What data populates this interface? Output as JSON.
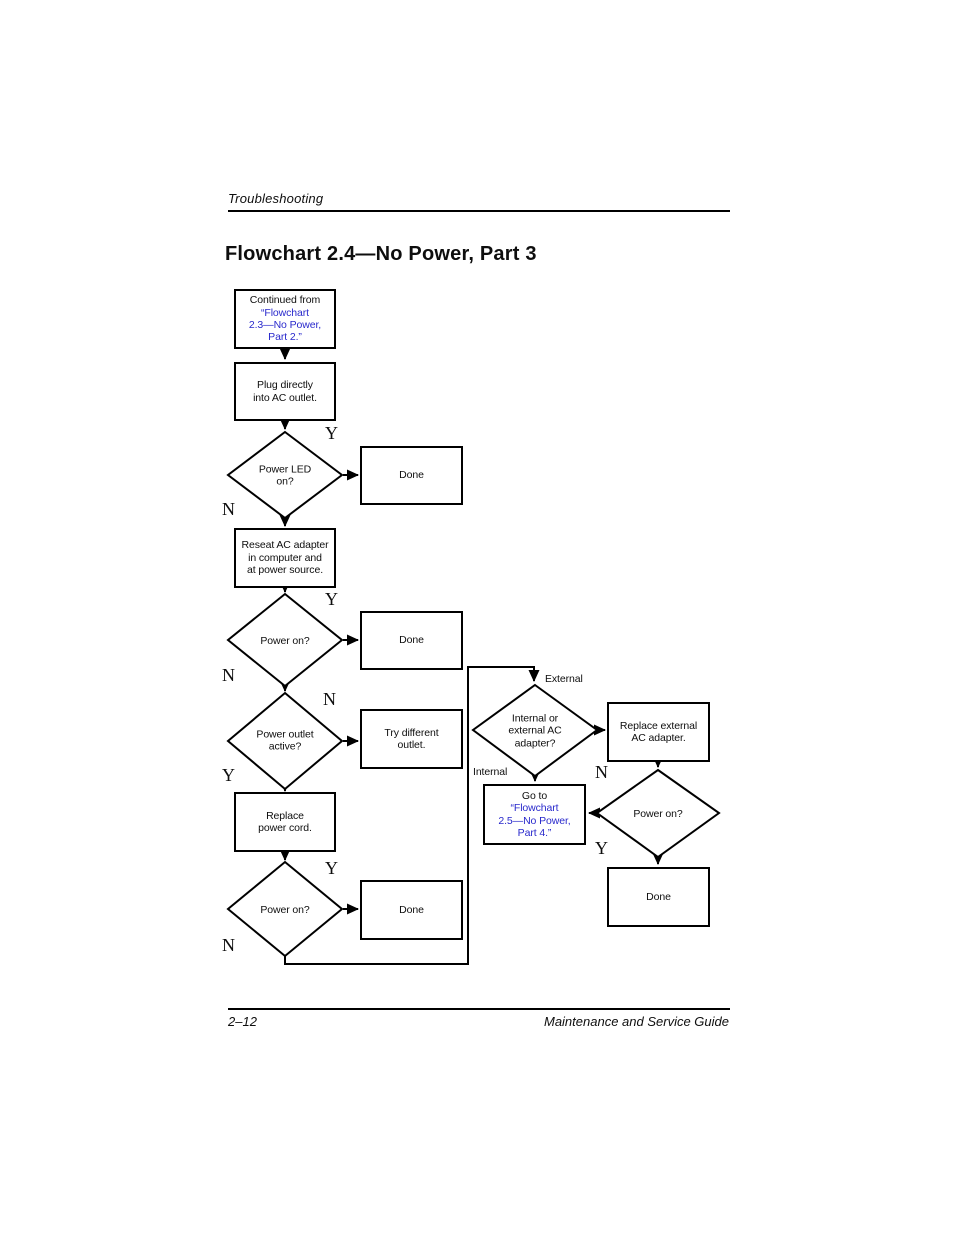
{
  "page": {
    "section_header": "Troubleshooting",
    "title": "Flowchart 2.4—No Power, Part 3",
    "footer": {
      "page_number": "2–12",
      "doc_title": "Maintenance and Service Guide"
    }
  },
  "colors": {
    "link_blue": "#2929cc",
    "line_black": "#000000",
    "page_background": "#ffffff"
  },
  "flowchart": {
    "nodes": {
      "continued": {
        "prefix": "Continued from",
        "link": [
          "“Flowchart",
          "2.3—No Power,",
          "Part 2.”"
        ]
      },
      "plug": [
        "Plug directly",
        "into AC outlet."
      ],
      "power_led": [
        "Power LED",
        "on?"
      ],
      "reseat": [
        "Reseat AC adapter",
        "in computer and",
        "at power source."
      ],
      "power_on": "Power on?",
      "outlet_active": [
        "Power outlet",
        "active?"
      ],
      "try_outlet": [
        "Try different",
        "outlet."
      ],
      "replace_cord": [
        "Replace",
        "power cord."
      ],
      "adapter_type": [
        "Internal or",
        "external AC",
        "adapter?"
      ],
      "replace_adapter": [
        "Replace external",
        "AC adapter."
      ],
      "goto": {
        "prefix": "Go to",
        "link": [
          "“Flowchart",
          "2.5—No Power,",
          "Part 4.”"
        ]
      },
      "done_label": "Done"
    },
    "labels": {
      "yes": "Y",
      "no": "N",
      "external": "External",
      "internal": "Internal"
    }
  }
}
